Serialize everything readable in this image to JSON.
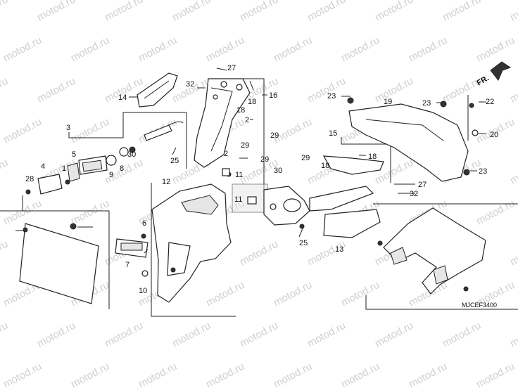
{
  "watermark": "motod.ru",
  "diagram_code": "MJCEF3400",
  "direction_label": "FR.",
  "parts": [
    {
      "id": "p1",
      "label": "1"
    },
    {
      "id": "p2a",
      "label": "2"
    },
    {
      "id": "p2b",
      "label": "2"
    },
    {
      "id": "p3",
      "label": "3"
    },
    {
      "id": "p4",
      "label": "4"
    },
    {
      "id": "p5",
      "label": "5"
    },
    {
      "id": "p6",
      "label": "6"
    },
    {
      "id": "p7",
      "label": "7"
    },
    {
      "id": "p8",
      "label": "8"
    },
    {
      "id": "p9",
      "label": "9"
    },
    {
      "id": "p10",
      "label": "10"
    },
    {
      "id": "p11a",
      "label": "11"
    },
    {
      "id": "p11b",
      "label": "11"
    },
    {
      "id": "p12",
      "label": "12"
    },
    {
      "id": "p13",
      "label": "13"
    },
    {
      "id": "p14",
      "label": "14"
    },
    {
      "id": "p15",
      "label": "15"
    },
    {
      "id": "p16",
      "label": "16"
    },
    {
      "id": "p18a",
      "label": "18"
    },
    {
      "id": "p18b",
      "label": "18"
    },
    {
      "id": "p18c",
      "label": "18"
    },
    {
      "id": "p18d",
      "label": "18"
    },
    {
      "id": "p19",
      "label": "19"
    },
    {
      "id": "p20",
      "label": "20"
    },
    {
      "id": "p22",
      "label": "22"
    },
    {
      "id": "p23a",
      "label": "23"
    },
    {
      "id": "p23b",
      "label": "23"
    },
    {
      "id": "p23c",
      "label": "23"
    },
    {
      "id": "p25a",
      "label": "25"
    },
    {
      "id": "p25b",
      "label": "25"
    },
    {
      "id": "p27a",
      "label": "27"
    },
    {
      "id": "p27b",
      "label": "27"
    },
    {
      "id": "p28",
      "label": "28"
    },
    {
      "id": "p29a",
      "label": "29"
    },
    {
      "id": "p29b",
      "label": "29"
    },
    {
      "id": "p29c",
      "label": "29"
    },
    {
      "id": "p29d",
      "label": "29"
    },
    {
      "id": "p30a",
      "label": "30"
    },
    {
      "id": "p30b",
      "label": "30"
    },
    {
      "id": "p32a",
      "label": "32"
    },
    {
      "id": "p32b",
      "label": "32"
    }
  ]
}
